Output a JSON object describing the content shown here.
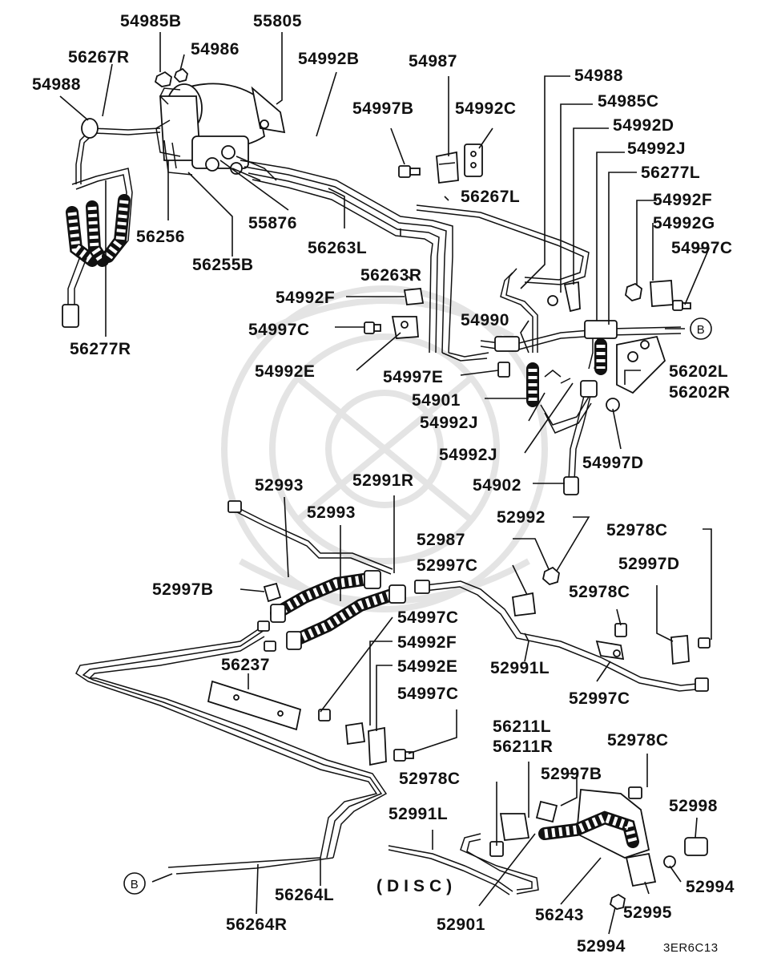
{
  "labels": {
    "l54985B": "54985B",
    "l55805": "55805",
    "l54986": "54986",
    "l56267R": "56267R",
    "l54992B": "54992B",
    "l54987": "54987",
    "l54988a": "54988",
    "l54988b": "54988",
    "l54985C": "54985C",
    "l54997B": "54997B",
    "l54992C": "54992C",
    "l54992D": "54992D",
    "l54992Ja": "54992J",
    "l56277L": "56277L",
    "l56267L": "56267L",
    "l55876": "55876",
    "l56256": "56256",
    "l56263L": "56263L",
    "l54992Fa": "54992F",
    "l54992G": "54992G",
    "l54997Ca": "54997C",
    "l56255B": "56255B",
    "l56263R": "56263R",
    "l54992Fb": "54992F",
    "l56277R": "56277R",
    "l54990": "54990",
    "l54997Cb": "54997C",
    "l54992Ea": "54992E",
    "l56202L": "56202L",
    "l56202R": "56202R",
    "l54997E": "54997E",
    "l54901": "54901",
    "l54992Jb": "54992J",
    "l54992Jc": "54992J",
    "l54997D": "54997D",
    "l54902": "54902",
    "l52993a": "52993",
    "l52991R": "52991R",
    "l52993b": "52993",
    "l52992": "52992",
    "l52987": "52987",
    "l52978Ca": "52978C",
    "l52997Ca": "52997C",
    "l52997D": "52997D",
    "l52997Ba": "52997B",
    "l52978Cb": "52978C",
    "l54997Cc": "54997C",
    "l54992Fc": "54992F",
    "l56237": "56237",
    "l54992Eb": "54992E",
    "l52991La": "52991L",
    "l52997Cb": "52997C",
    "l54997Cd": "54997C",
    "l56211L": "56211L",
    "l56211R": "56211R",
    "l52978Cc": "52978C",
    "l52978Cd": "52978C",
    "l52997Bb": "52997B",
    "l52998": "52998",
    "l52991Lb": "52991L",
    "l52994a": "52994",
    "l56264L": "56264L",
    "l52901": "52901",
    "l56243": "56243",
    "l52995": "52995",
    "l56264R": "56264R",
    "l52994b": "52994"
  },
  "ref_b_top": "B",
  "ref_b_bottom": "B",
  "disc_label": "(DISC)",
  "diagram_code": "3ER6C13"
}
